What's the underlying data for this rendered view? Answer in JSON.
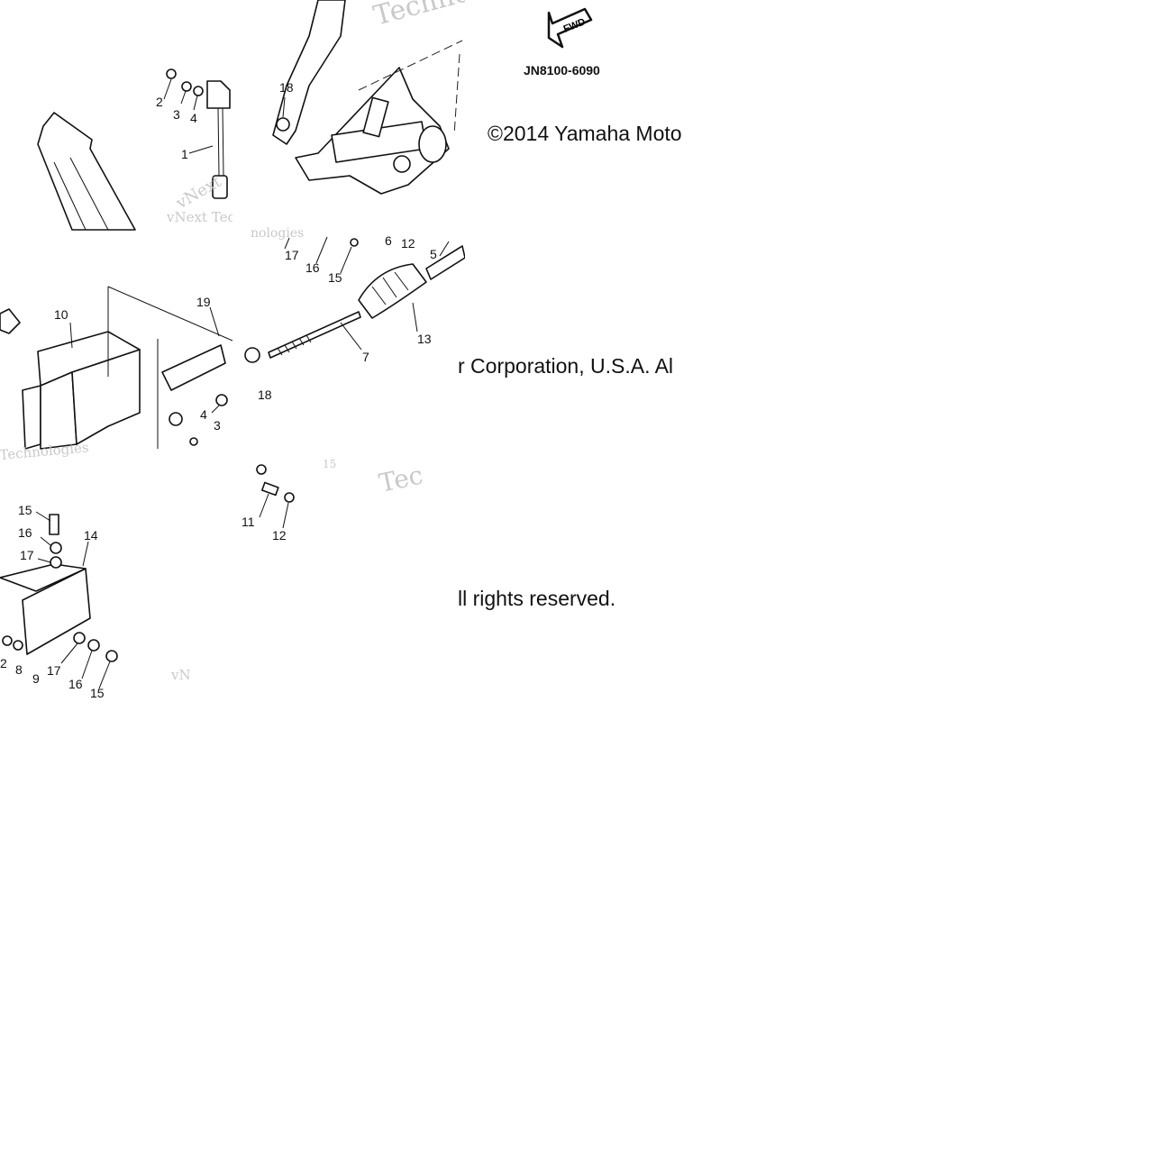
{
  "diagram": {
    "code": "JN8100-6090",
    "fwd_label": "FWD",
    "copyright_segments": [
      "©2014 Yamaha Moto",
      "r Corporation, U.S.A. Al",
      "ll rights reserved."
    ],
    "watermarks": [
      "Techno",
      "vNext Tec",
      "vNext",
      "nologies",
      "Technologies",
      "Tec",
      "vN"
    ],
    "callouts": {
      "t1": [
        "2",
        "3",
        "4",
        "1",
        "18"
      ],
      "t2": [
        "17",
        "16",
        "15",
        "6",
        "12",
        "5",
        "10",
        "19",
        "13",
        "7",
        "18",
        "4",
        "3"
      ],
      "t3": [
        "15",
        "16",
        "17",
        "14",
        "2",
        "8",
        "9",
        "17",
        "16",
        "15",
        "11",
        "12",
        "15"
      ]
    }
  }
}
